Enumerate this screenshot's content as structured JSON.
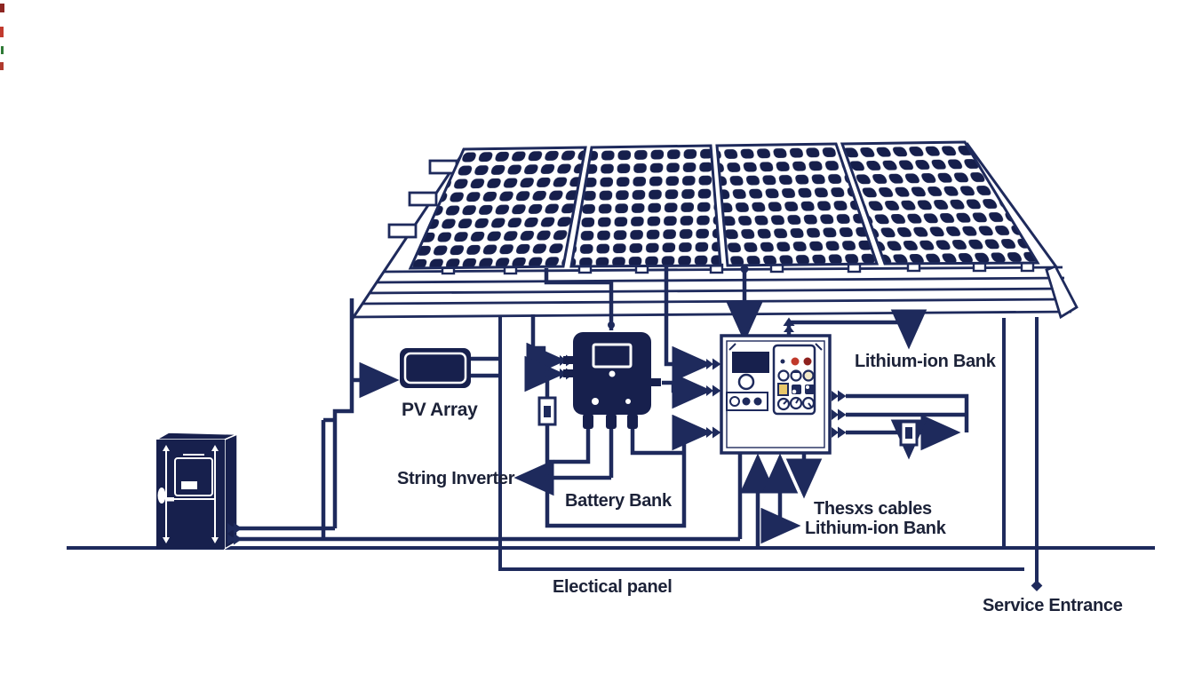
{
  "diagram": {
    "type": "residential-solar-energy-system",
    "labels": {
      "pv_array": "PV Array",
      "string_inverter": "String Inverter",
      "battery_bank": "Battery Bank",
      "lithium_ion_bank_top": "Lithium-ion Bank",
      "these_cables": "Thesxs cables",
      "lithium_ion_bank_bottom": "Lithium-ion Bank",
      "electrical_panel": "Electical panel",
      "service_entrance": "Service Entrance"
    },
    "colors": {
      "wire": "#1e2a5c",
      "component_fill": "#17204d",
      "panel_cell": "#161f4c",
      "text": "#1c2238",
      "background": "#ffffff",
      "led_red": "#c0392b",
      "led_dark_red": "#8e211e",
      "button_amber": "#e8c76a",
      "button_cream": "#f2e9c8"
    },
    "solar_array": {
      "panel_count": 4,
      "rows_per_panel": 9,
      "cols_per_panel": 10
    }
  }
}
